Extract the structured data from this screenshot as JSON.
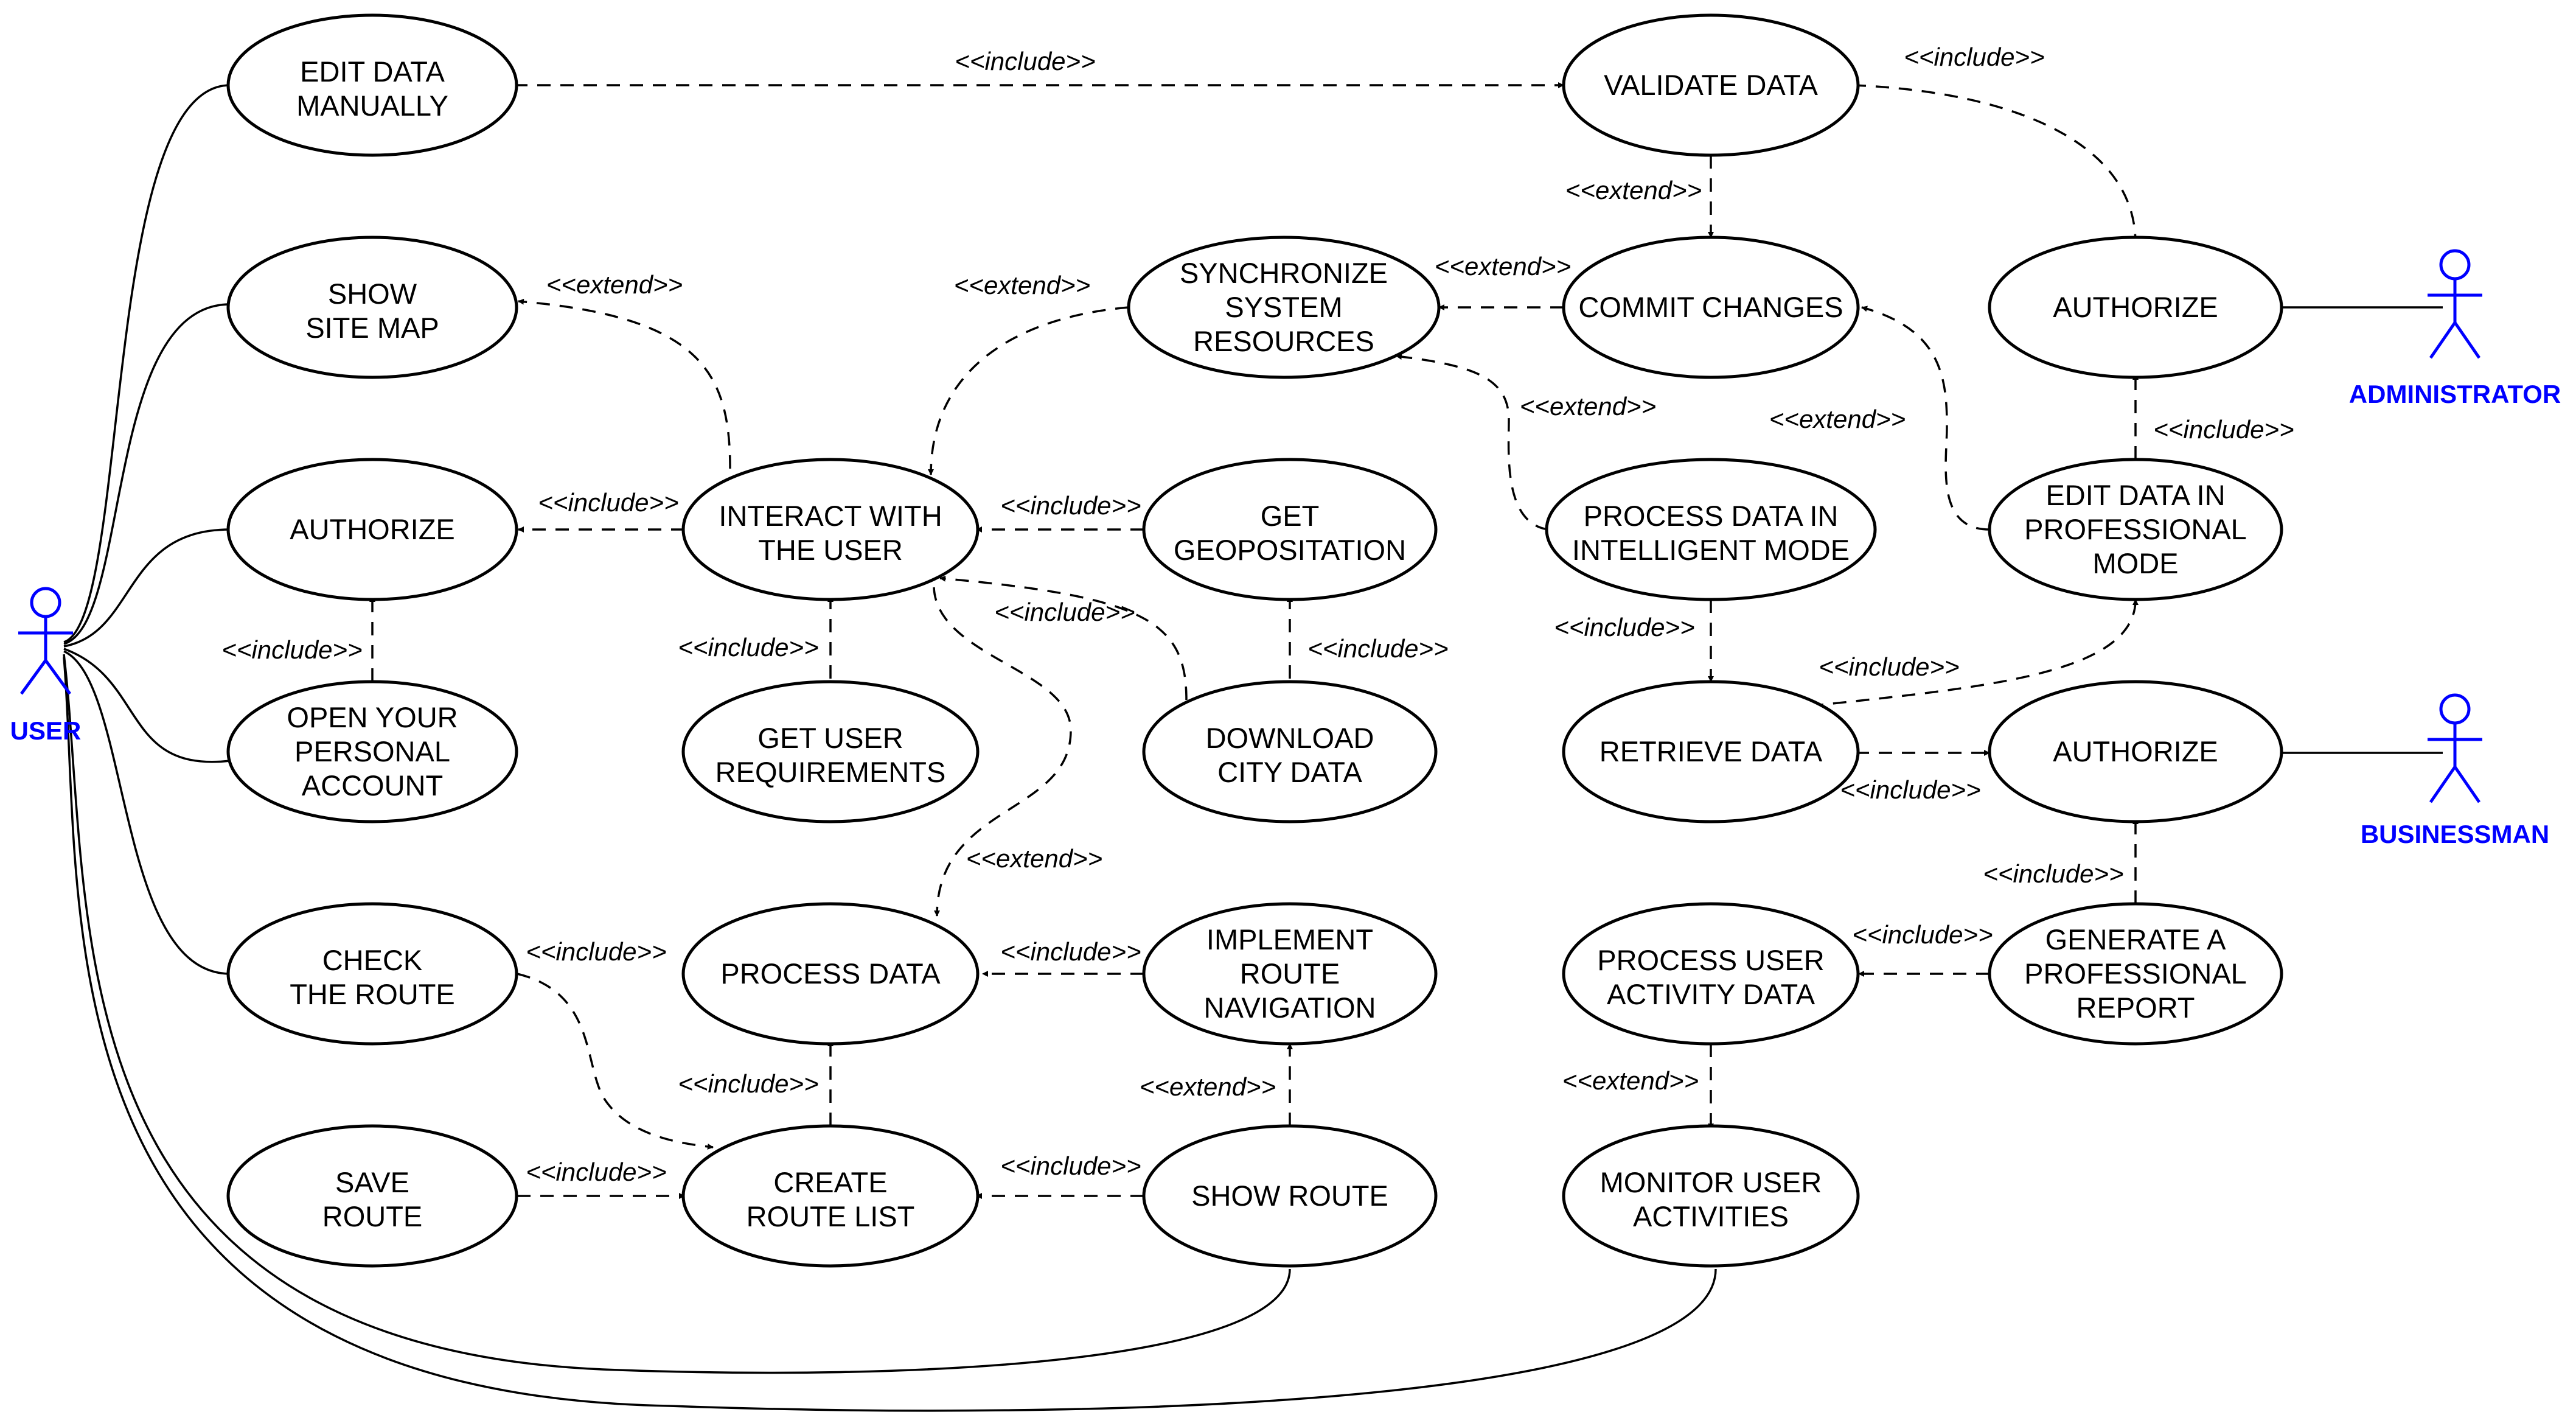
{
  "colors": {
    "actor": "#0000ff",
    "line": "#000000",
    "background": "#ffffff"
  },
  "actors": {
    "user": "USER",
    "administrator": "ADMINISTRATOR",
    "businessman": "BUSINESSMAN"
  },
  "use_cases": {
    "edit_data_manually": [
      "EDIT DATA",
      "MANUALLY"
    ],
    "show_site_map": [
      "SHOW",
      "SITE MAP"
    ],
    "authorize_user": [
      "AUTHORIZE"
    ],
    "open_account": [
      "OPEN YOUR",
      "PERSONAL",
      "ACCOUNT"
    ],
    "check_route": [
      "CHECK",
      "THE ROUTE"
    ],
    "save_route": [
      "SAVE",
      "ROUTE"
    ],
    "interact_user": [
      "INTERACT WITH",
      "THE USER"
    ],
    "get_user_requirements": [
      "GET USER",
      "REQUIREMENTS"
    ],
    "process_data": [
      "PROCESS DATA"
    ],
    "create_route_list": [
      "CREATE",
      "ROUTE LIST"
    ],
    "synchronize": [
      "SYNCHRONIZE",
      "SYSTEM",
      "RESOURCES"
    ],
    "get_geoposition": [
      "GET",
      "GEOPOSITATION"
    ],
    "download_city_data": [
      "DOWNLOAD",
      "CITY DATA"
    ],
    "implement_navigation": [
      "IMPLEMENT",
      "ROUTE",
      "NAVIGATION"
    ],
    "show_route": [
      "SHOW ROUTE"
    ],
    "validate_data": [
      "VALIDATE DATA"
    ],
    "commit_changes": [
      "COMMIT CHANGES"
    ],
    "process_intelligent": [
      "PROCESS DATA IN",
      "INTELLIGENT MODE"
    ],
    "retrieve_data": [
      "RETRIEVE DATA"
    ],
    "process_user_activity": [
      "PROCESS USER",
      "ACTIVITY DATA"
    ],
    "monitor_user_activities": [
      "MONITOR USER",
      "ACTIVITIES"
    ],
    "authorize_admin": [
      "AUTHORIZE"
    ],
    "edit_professional": [
      "EDIT DATA IN",
      "PROFESSIONAL",
      "MODE"
    ],
    "authorize_business": [
      "AUTHORIZE"
    ],
    "generate_report": [
      "GENERATE A",
      "PROFESSIONAL",
      "REPORT"
    ]
  },
  "stereotypes": {
    "include": "<<include>>",
    "extend": "<<extend>>"
  },
  "relations": [
    {
      "from": "edit_data_manually",
      "to": "validate_data",
      "type": "include"
    },
    {
      "from": "validate_data",
      "to": "authorize_admin",
      "type": "include"
    },
    {
      "from": "validate_data",
      "to": "commit_changes",
      "type": "extend"
    },
    {
      "from": "commit_changes",
      "to": "synchronize",
      "type": "extend"
    },
    {
      "from": "synchronize",
      "to": "interact_user",
      "type": "extend"
    },
    {
      "from": "interact_user",
      "to": "show_site_map",
      "type": "extend"
    },
    {
      "from": "interact_user",
      "to": "authorize_user",
      "type": "include"
    },
    {
      "from": "open_account",
      "to": "authorize_user",
      "type": "include"
    },
    {
      "from": "get_geoposition",
      "to": "interact_user",
      "type": "include"
    },
    {
      "from": "get_user_requirements",
      "to": "interact_user",
      "type": "include"
    },
    {
      "from": "download_city_data",
      "to": "interact_user",
      "type": "include"
    },
    {
      "from": "download_city_data",
      "to": "get_geoposition",
      "type": "include"
    },
    {
      "from": "interact_user",
      "to": "process_data",
      "type": "extend"
    },
    {
      "from": "process_intelligent",
      "to": "synchronize",
      "type": "extend"
    },
    {
      "from": "edit_professional",
      "to": "commit_changes",
      "type": "extend"
    },
    {
      "from": "edit_professional",
      "to": "authorize_admin",
      "type": "include"
    },
    {
      "from": "process_intelligent",
      "to": "retrieve_data",
      "type": "include"
    },
    {
      "from": "retrieve_data",
      "to": "edit_professional",
      "type": "include"
    },
    {
      "from": "retrieve_data",
      "to": "authorize_business",
      "type": "include"
    },
    {
      "from": "generate_report",
      "to": "authorize_business",
      "type": "include"
    },
    {
      "from": "generate_report",
      "to": "process_user_activity",
      "type": "include"
    },
    {
      "from": "process_user_activity",
      "to": "monitor_user_activities",
      "type": "extend"
    },
    {
      "from": "implement_navigation",
      "to": "process_data",
      "type": "include"
    },
    {
      "from": "create_route_list",
      "to": "process_data",
      "type": "include"
    },
    {
      "from": "check_route",
      "to": "create_route_list",
      "type": "include"
    },
    {
      "from": "save_route",
      "to": "create_route_list",
      "type": "include"
    },
    {
      "from": "show_route",
      "to": "create_route_list",
      "type": "include"
    },
    {
      "from": "show_route",
      "to": "implement_navigation",
      "type": "extend"
    }
  ]
}
